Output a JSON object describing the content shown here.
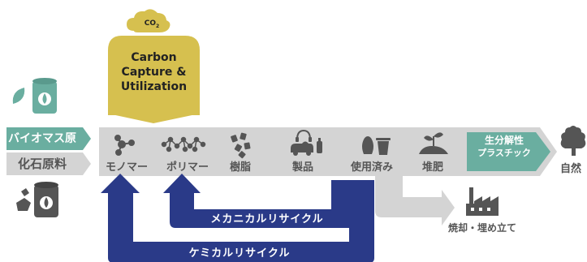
{
  "co2_cloud": {
    "label": "CO2"
  },
  "ccu_box": {
    "line1": "Carbon",
    "line2": "Capture &",
    "line3": "Utilization"
  },
  "sources": {
    "bio": "バイオマス原",
    "fossil": "化石原料"
  },
  "main_flow": {
    "monomer": "モノマー",
    "polymer": "ポリマー",
    "resin": "樹脂",
    "product": "製品",
    "used": "使用済み",
    "compost": "堆肥"
  },
  "biodegradable": {
    "line1": "生分解性",
    "line2": "プラスチック"
  },
  "nature": "自然",
  "incineration": "焼却・埋め立て",
  "loops": {
    "mechanical": "メカニカルリサイクル",
    "chemical": "ケミカルリサイクル"
  },
  "colors": {
    "gold": "#d6c04f",
    "navy": "#2a3a88",
    "teal": "#6aaea0",
    "gray": "#d4d4d4",
    "dark": "#555555"
  }
}
